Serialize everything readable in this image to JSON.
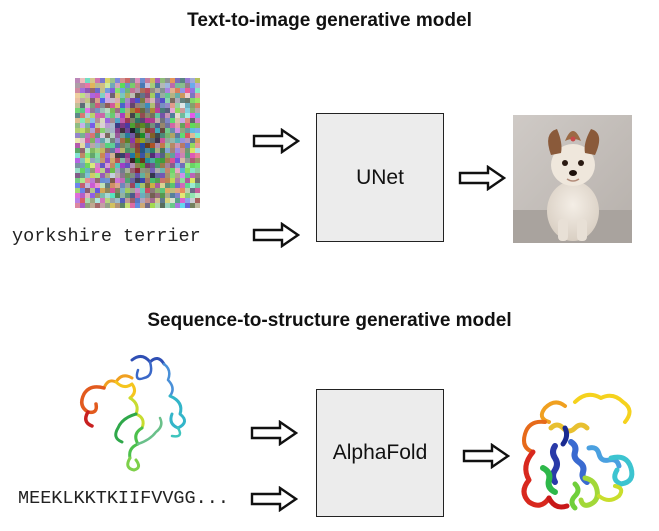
{
  "top": {
    "title": "Text-to-image generative model",
    "prompt": "yorkshire terrier",
    "model_label": "UNet"
  },
  "bottom": {
    "title": "Sequence-to-structure generative model",
    "sequence": "MEEKLKKTKIIFVVGG...",
    "model_label": "AlphaFold"
  }
}
